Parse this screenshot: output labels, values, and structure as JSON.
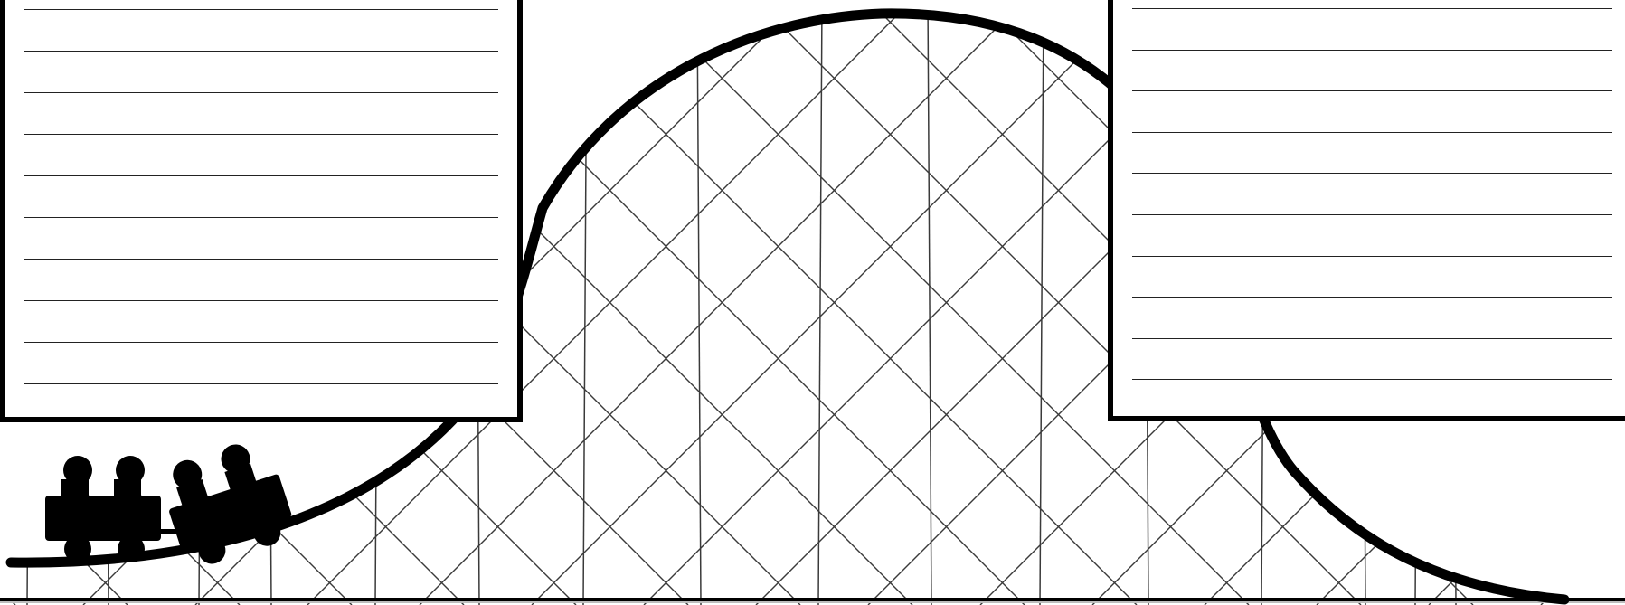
{
  "scene": {
    "subject": "roller coaster",
    "colors": {
      "ink": "#000000",
      "lattice": "#3a3a3a",
      "paper": "#ffffff",
      "ground_shadow": "#bdbdbd"
    },
    "left_box": {
      "ruled_line_count": 10
    },
    "right_box": {
      "ruled_line_count": 10
    },
    "train": {
      "cars": 2,
      "riders": 4
    }
  }
}
